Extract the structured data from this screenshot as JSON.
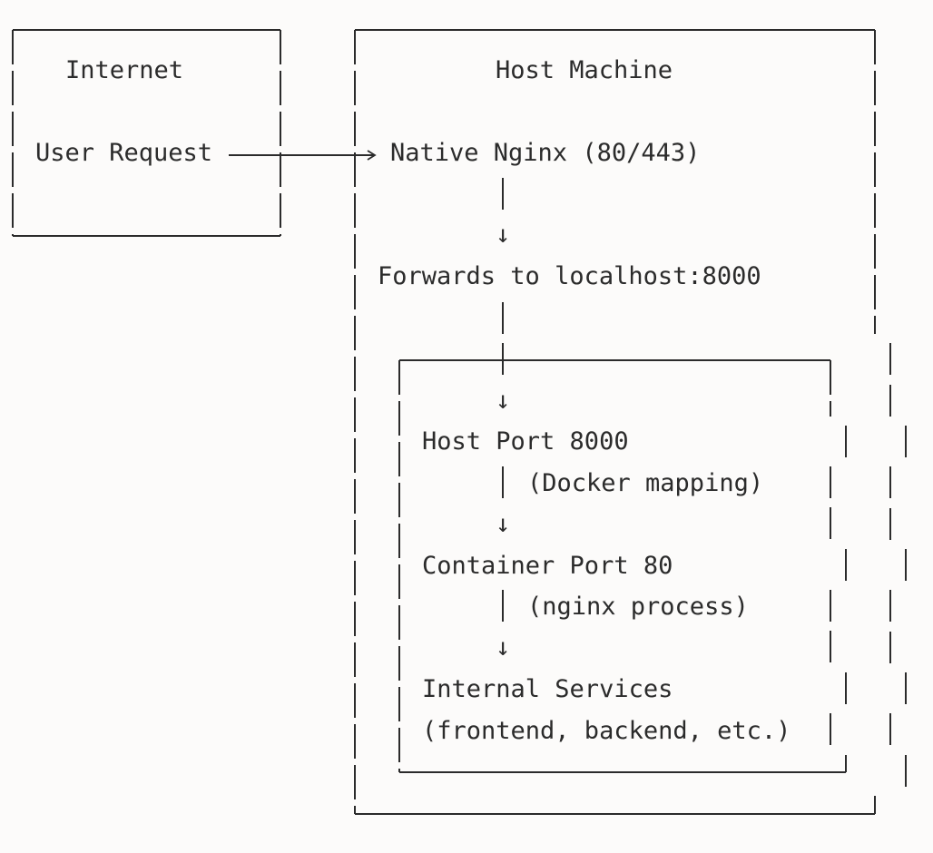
{
  "diagram": {
    "internet_box": {
      "title": "Internet",
      "request": "User Request"
    },
    "host_box": {
      "title": "Host Machine",
      "nginx": "Native Nginx (80/443)",
      "forwards": "Forwards to localhost:8000"
    },
    "docker_box": {
      "host_port": "Host Port 8000",
      "docker_mapping": "(Docker mapping)",
      "container_port": "Container Port 80",
      "nginx_process": "(nginx process)",
      "internal_services": "Internal Services",
      "services_list": "(frontend, backend, etc.)"
    },
    "arrow_glyph": "↓",
    "colors": {
      "background": "#fcfbfa",
      "ink": "#2b2b2b"
    }
  }
}
